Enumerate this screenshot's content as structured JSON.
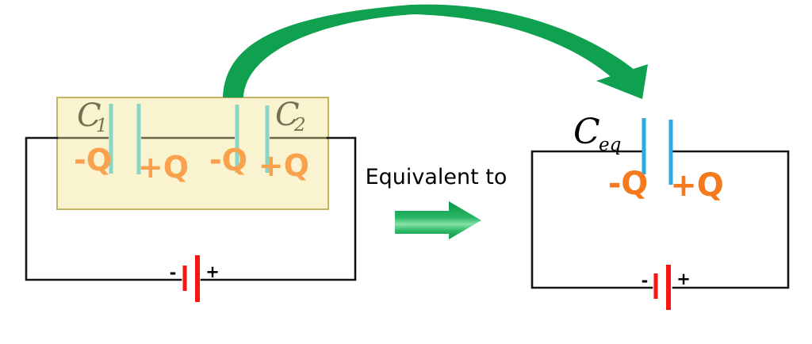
{
  "equivalence": {
    "label": "Equivalent to"
  },
  "left_circuit": {
    "capacitor1": {
      "symbol": "C",
      "subscript": "1"
    },
    "capacitor2": {
      "symbol": "C",
      "subscript": "2"
    },
    "charges": [
      "-Q",
      "+Q",
      "-Q",
      "+Q"
    ],
    "battery": {
      "negative": "-",
      "positive": "+"
    }
  },
  "right_circuit": {
    "capacitor": {
      "symbol": "C",
      "subscript": "eq"
    },
    "charges": [
      "-Q",
      "+Q"
    ],
    "battery": {
      "negative": "-",
      "positive": "+"
    }
  },
  "colors": {
    "background": "#ffffff",
    "box-fill": "#faf3cf",
    "box-border": "#c4b565",
    "plate-teal": "#89d6c6",
    "plate-blue": "#29abe2",
    "wire-black": "#141414",
    "wire-olive": "#6b6b4a",
    "capacitor-label-olive": "#72724f",
    "charge-orange-muted": "#f9a14c",
    "charge-orange": "#f5791d",
    "battery-red": "#fb1511",
    "arrow-green": "#0fa050",
    "block-arrow-green": "#12a654",
    "text-black": "#000000"
  }
}
